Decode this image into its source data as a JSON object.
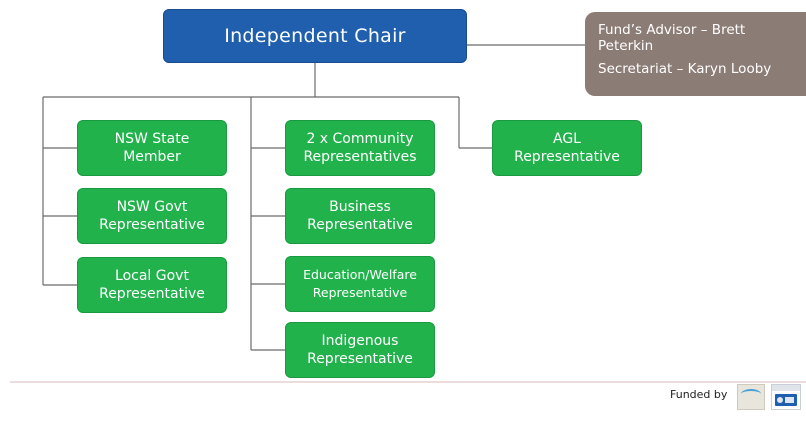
{
  "chair": {
    "label": "Independent Chair"
  },
  "advisor": {
    "line1": "Fund’s Advisor – Brett Peterkin",
    "line2": "Secretariat – Karyn Looby"
  },
  "members": {
    "nsw_state": "NSW State\nMember",
    "nsw_govt": "NSW Govt\nRepresentative",
    "local_govt": "Local Govt\nRepresentative",
    "community": "2 x Community\nRepresentatives",
    "business": "Business\nRepresentative",
    "education": "Education/Welfare\nRepresentative",
    "indigenous": "Indigenous\nRepresentative",
    "agl": "AGL\nRepresentative"
  },
  "footer": {
    "funded_by": "Funded by"
  },
  "colors": {
    "chair_fill": "#1f5fae",
    "member_fill": "#22b24c",
    "advisor_fill": "#8c7c76",
    "connector": "#6b6b6b",
    "footer_rule": "#d8b8b8"
  }
}
